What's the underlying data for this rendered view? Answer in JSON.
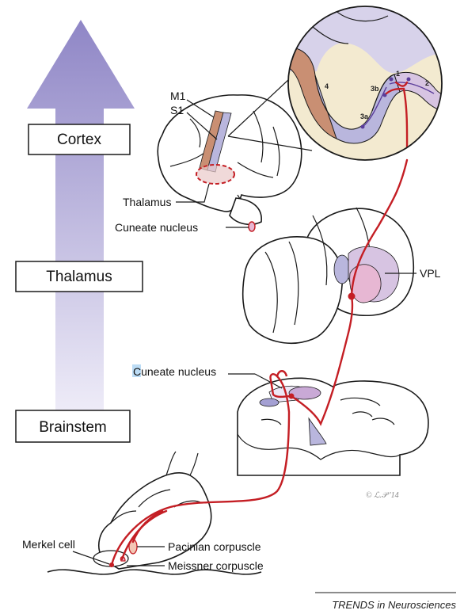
{
  "hierarchy": {
    "levels": [
      "Cortex",
      "Thalamus",
      "Brainstem"
    ]
  },
  "labels": {
    "m1": "M1",
    "s1": "S1",
    "thalamus": "Thalamus",
    "cuneate_upper": "Cuneate nucleus",
    "vpl": "VPL",
    "cuneate_lower": "Cuneate nucleus",
    "merkel": "Merkel cell",
    "pacinian": "Pacinian corpuscle",
    "meissner": "Meissner corpuscle"
  },
  "cortex_areas": {
    "area_4": "4",
    "area_3a": "3a",
    "area_3b": "3b",
    "area_1": "1",
    "area_2": "2"
  },
  "footer": "TRENDS in Neurosciences",
  "colors": {
    "arrow_top": "#8f86c6",
    "arrow_bottom": "#f2f0fa",
    "nerve": "#c41e24",
    "motor_cortex": "#c98f73",
    "sensory_cortex": "#b9b6dd",
    "cortex_bg": "#f3ead0",
    "vpl": "#e7b7d3",
    "cuneate": "#c9a9d6"
  }
}
